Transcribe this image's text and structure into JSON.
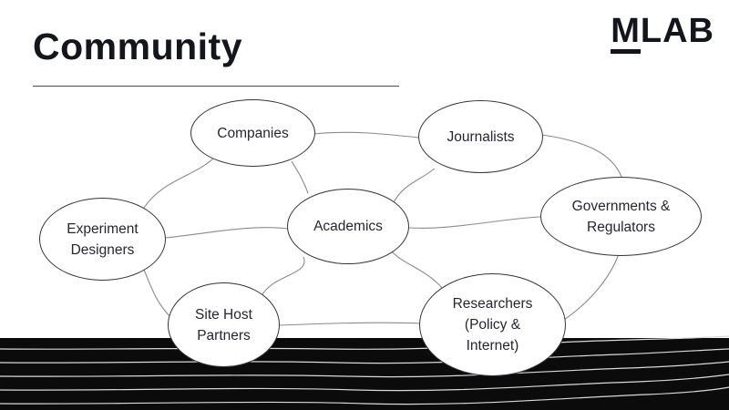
{
  "slide": {
    "title": "Community",
    "logo": {
      "m": "M",
      "lab": "LAB"
    }
  },
  "diagram": {
    "nodes": [
      {
        "id": "companies",
        "label": "Companies",
        "lines": [
          "Companies"
        ]
      },
      {
        "id": "journalists",
        "label": "Journalists",
        "lines": [
          "Journalists"
        ]
      },
      {
        "id": "experiment-designers",
        "label": "Experiment Designers",
        "lines": [
          "Experiment",
          "Designers"
        ]
      },
      {
        "id": "academics",
        "label": "Academics",
        "lines": [
          "Academics"
        ]
      },
      {
        "id": "governments-regulators",
        "label": "Governments & Regulators",
        "lines": [
          "Governments &",
          "Regulators"
        ]
      },
      {
        "id": "site-host-partners",
        "label": "Site Host Partners",
        "lines": [
          "Site Host",
          "Partners"
        ]
      },
      {
        "id": "researchers-policy-internet",
        "label": "Researchers (Policy & Internet)",
        "lines": [
          "Researchers",
          "(Policy &",
          "Internet)"
        ]
      }
    ],
    "edges": [
      {
        "from": "companies",
        "to": "journalists"
      },
      {
        "from": "companies",
        "to": "experiment-designers"
      },
      {
        "from": "companies",
        "to": "academics"
      },
      {
        "from": "experiment-designers",
        "to": "academics"
      },
      {
        "from": "journalists",
        "to": "academics"
      },
      {
        "from": "journalists",
        "to": "governments-regulators"
      },
      {
        "from": "academics",
        "to": "governments-regulators"
      },
      {
        "from": "academics",
        "to": "researchers-policy-internet"
      },
      {
        "from": "academics",
        "to": "site-host-partners"
      },
      {
        "from": "experiment-designers",
        "to": "site-host-partners"
      },
      {
        "from": "site-host-partners",
        "to": "researchers-policy-internet"
      },
      {
        "from": "governments-regulators",
        "to": "researchers-policy-internet"
      }
    ]
  },
  "colors": {
    "ink": "#14141b",
    "node_stroke": "#33333a",
    "edge": "#8b8b8b",
    "footer_band": "#0b0b0b",
    "wave_line": "#d9d9d9"
  }
}
